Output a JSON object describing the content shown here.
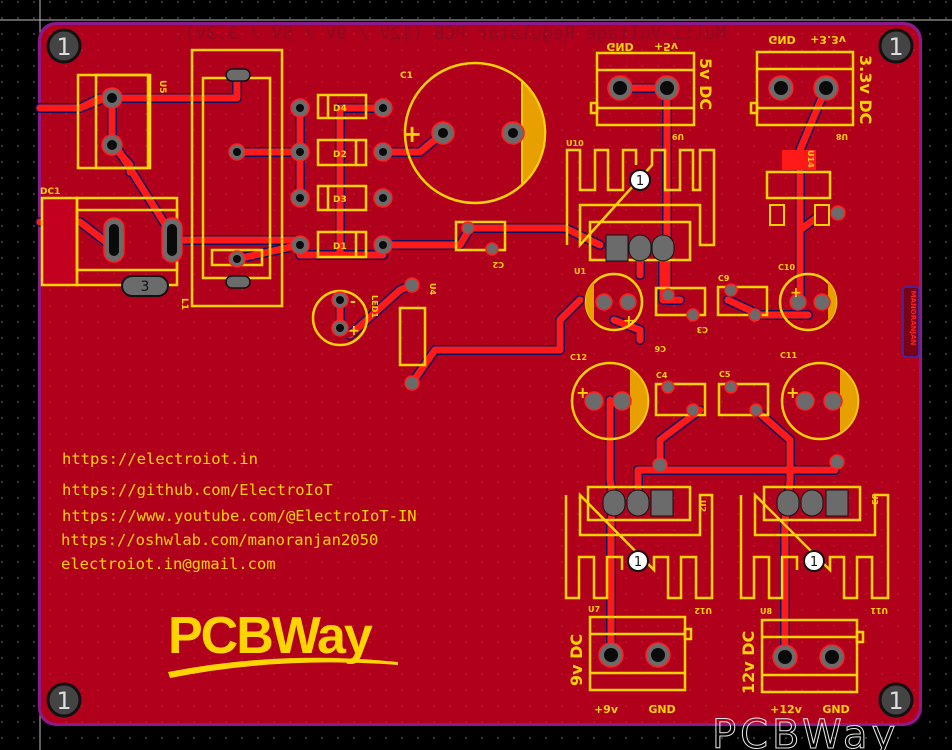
{
  "board": {
    "title_mirrored": "Multi-Voltage Regulator PCB (12V / 9V / 5V / 3.3V).",
    "author_tag": "MANORANJAN",
    "colors": {
      "board": "#b0001c",
      "silk": "#ffd400",
      "trace": "#ff1a1a",
      "outline": "#8b1a8b"
    }
  },
  "mounting_holes": [
    "1",
    "1",
    "1",
    "1"
  ],
  "designators": {
    "c1": "C1",
    "c2": "C2",
    "c3": "C3",
    "c4": "C4",
    "c5": "C5",
    "c6": "C6",
    "c9": "C9",
    "c10": "C10",
    "c11": "C11",
    "c12": "C12",
    "d1": "D1",
    "d2": "D2",
    "d3": "D3",
    "d4": "D4",
    "dc1": "DC1",
    "l1": "L1",
    "u5": "U5",
    "led1": "LED1",
    "u4": "U4",
    "u1": "U1",
    "u10": "U10",
    "u9": "U9",
    "u14": "U14",
    "u8top": "U8",
    "u2": "U2",
    "u3": "U3",
    "u12": "U12",
    "u11": "U11",
    "u7": "U7",
    "u8": "U8",
    "pill": "3",
    "heatsink_pin": "1"
  },
  "connectors": {
    "out5": {
      "gnd": "GND",
      "pos": "+5v",
      "label": "5v DC"
    },
    "out33": {
      "gnd": "GND",
      "pos": "+3.3v",
      "label": "3.3v DC"
    },
    "out9": {
      "gnd": "GND",
      "pos": "+9v",
      "label": "9v DC"
    },
    "out12": {
      "gnd": "GND",
      "pos": "+12v",
      "label": "12v DC"
    }
  },
  "polarity": {
    "plus": "+",
    "minus": "-"
  },
  "links": [
    "https://electroiot.in",
    "https://github.com/ElectroIoT",
    "https://www.youtube.com/@ElectroIoT-IN",
    "https://oshwlab.com/manoranjan2050",
    "electroiot.in@gmail.com"
  ],
  "logo": "PCBWay",
  "watermark": "PCBWay"
}
